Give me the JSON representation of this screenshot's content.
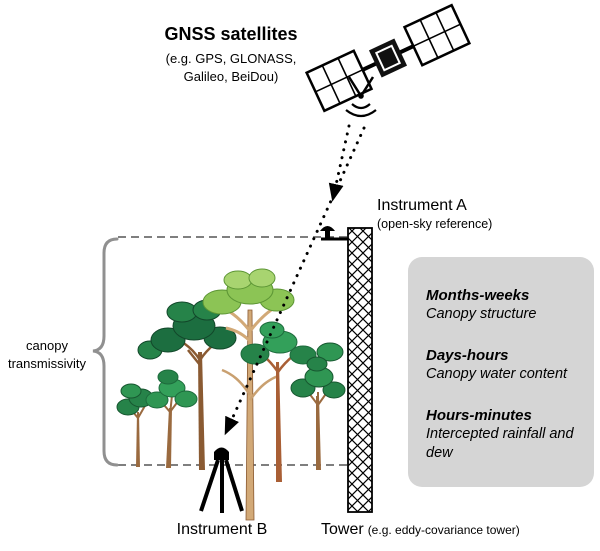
{
  "header": {
    "title": "GNSS satellites",
    "subtitle_line1": "(e.g. GPS, GLONASS,",
    "subtitle_line2": "Galileo, BeiDou)"
  },
  "labels": {
    "instrument_a": "Instrument A",
    "instrument_a_note": "(open-sky reference)",
    "instrument_b": "Instrument B",
    "tower": "Tower",
    "tower_note": "(e.g. eddy-covariance tower)",
    "canopy_word1": "canopy",
    "canopy_word2": "transmissivity"
  },
  "infobox": {
    "items": [
      {
        "timescale": "Months-weeks",
        "variable": "Canopy structure"
      },
      {
        "timescale": "Days-hours",
        "variable": "Canopy water content"
      },
      {
        "timescale": "Hours-minutes",
        "variable": "Intercepted rainfall and dew"
      }
    ]
  },
  "colors": {
    "infobox_bg": "#d5d5d5",
    "foliage_dark": "#1c6e40",
    "foliage_mid": "#2f9653",
    "foliage_light": "#8cc455",
    "trunk_brown": "#9a6a3f",
    "trunk_tan": "#d2a977",
    "trunk_red": "#a95f35",
    "brace_gray": "#909090"
  }
}
